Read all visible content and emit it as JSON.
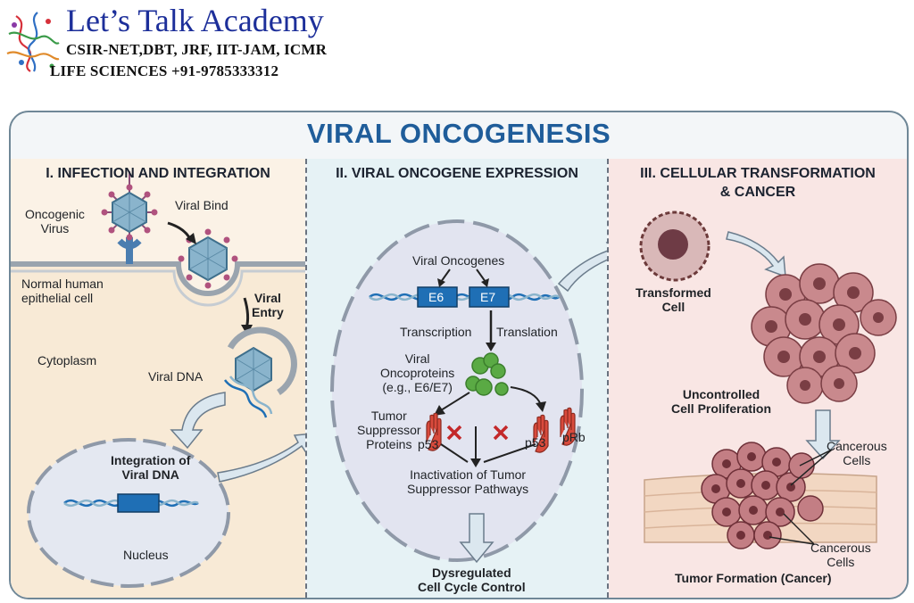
{
  "brand": {
    "title": "Let’s Talk Academy",
    "subtitle": "CSIR-NET,DBT, JRF, IIT-JAM, ICMR",
    "subtitle2": "LIFE SCIENCES  +91-9785333312"
  },
  "title": "VIRAL ONCOGENESIS",
  "panels": [
    {
      "title": "I. INFECTION AND INTEGRATION",
      "labels": {
        "oncogenic_virus": [
          "Oncogenic",
          "Virus"
        ],
        "viral_bind": "Viral Bind",
        "normal_cell": [
          "Normal human",
          "epithelial cell"
        ],
        "viral_entry": [
          "Viral",
          "Entry"
        ],
        "cytoplasm": "Cytoplasm",
        "viral_dna": "Viral DNA",
        "integration": [
          "Integration of",
          "Viral DNA"
        ],
        "nucleus": "Nucleus"
      }
    },
    {
      "title": "II. VIRAL ONCOGENE EXPRESSION",
      "labels": {
        "viral_oncogenes": "Viral Oncogenes",
        "e6": "E6",
        "e7": "E7",
        "transcription": "Transcription",
        "translation": "Translation",
        "viral_oncoproteins": [
          "Viral",
          "Oncoproteins",
          "(e.g., E6/E7)"
        ],
        "tumor_suppressor": [
          "Tumor",
          "Suppressor",
          "Proteins"
        ],
        "p53_left": "p53",
        "p53_right": "p53",
        "prb": "pRb",
        "inactivation": [
          "Inactivation of Tumor",
          "Suppressor Pathways"
        ],
        "dysregulated": [
          "Dysregulated",
          "Cell Cycle Control"
        ]
      }
    },
    {
      "title": [
        "III. CELLULAR TRANSFORMATION",
        "& CANCER"
      ],
      "labels": {
        "transformed": [
          "Transformed",
          "Cell"
        ],
        "uncontrolled": [
          "Uncontrolled",
          "Cell Proliferation"
        ],
        "cancerous_top": [
          "Cancerous",
          "Cells"
        ],
        "cancerous_bottom": [
          "Cancerous",
          "Cells"
        ],
        "tumor_formation": "Tumor Formation (Cancer)"
      }
    }
  ],
  "colors": {
    "title_blue": "#1f5d9a",
    "brand_blue": "#1d2f9a",
    "panel1_bg": "#fbf2e6",
    "panel2_bg": "#e6f2f5",
    "panel3_bg": "#f9e6e4",
    "gene_blue": "#1f6fb5",
    "oncoprotein_green": "#5aaa44",
    "suppressor_red": "#d94a3c"
  }
}
